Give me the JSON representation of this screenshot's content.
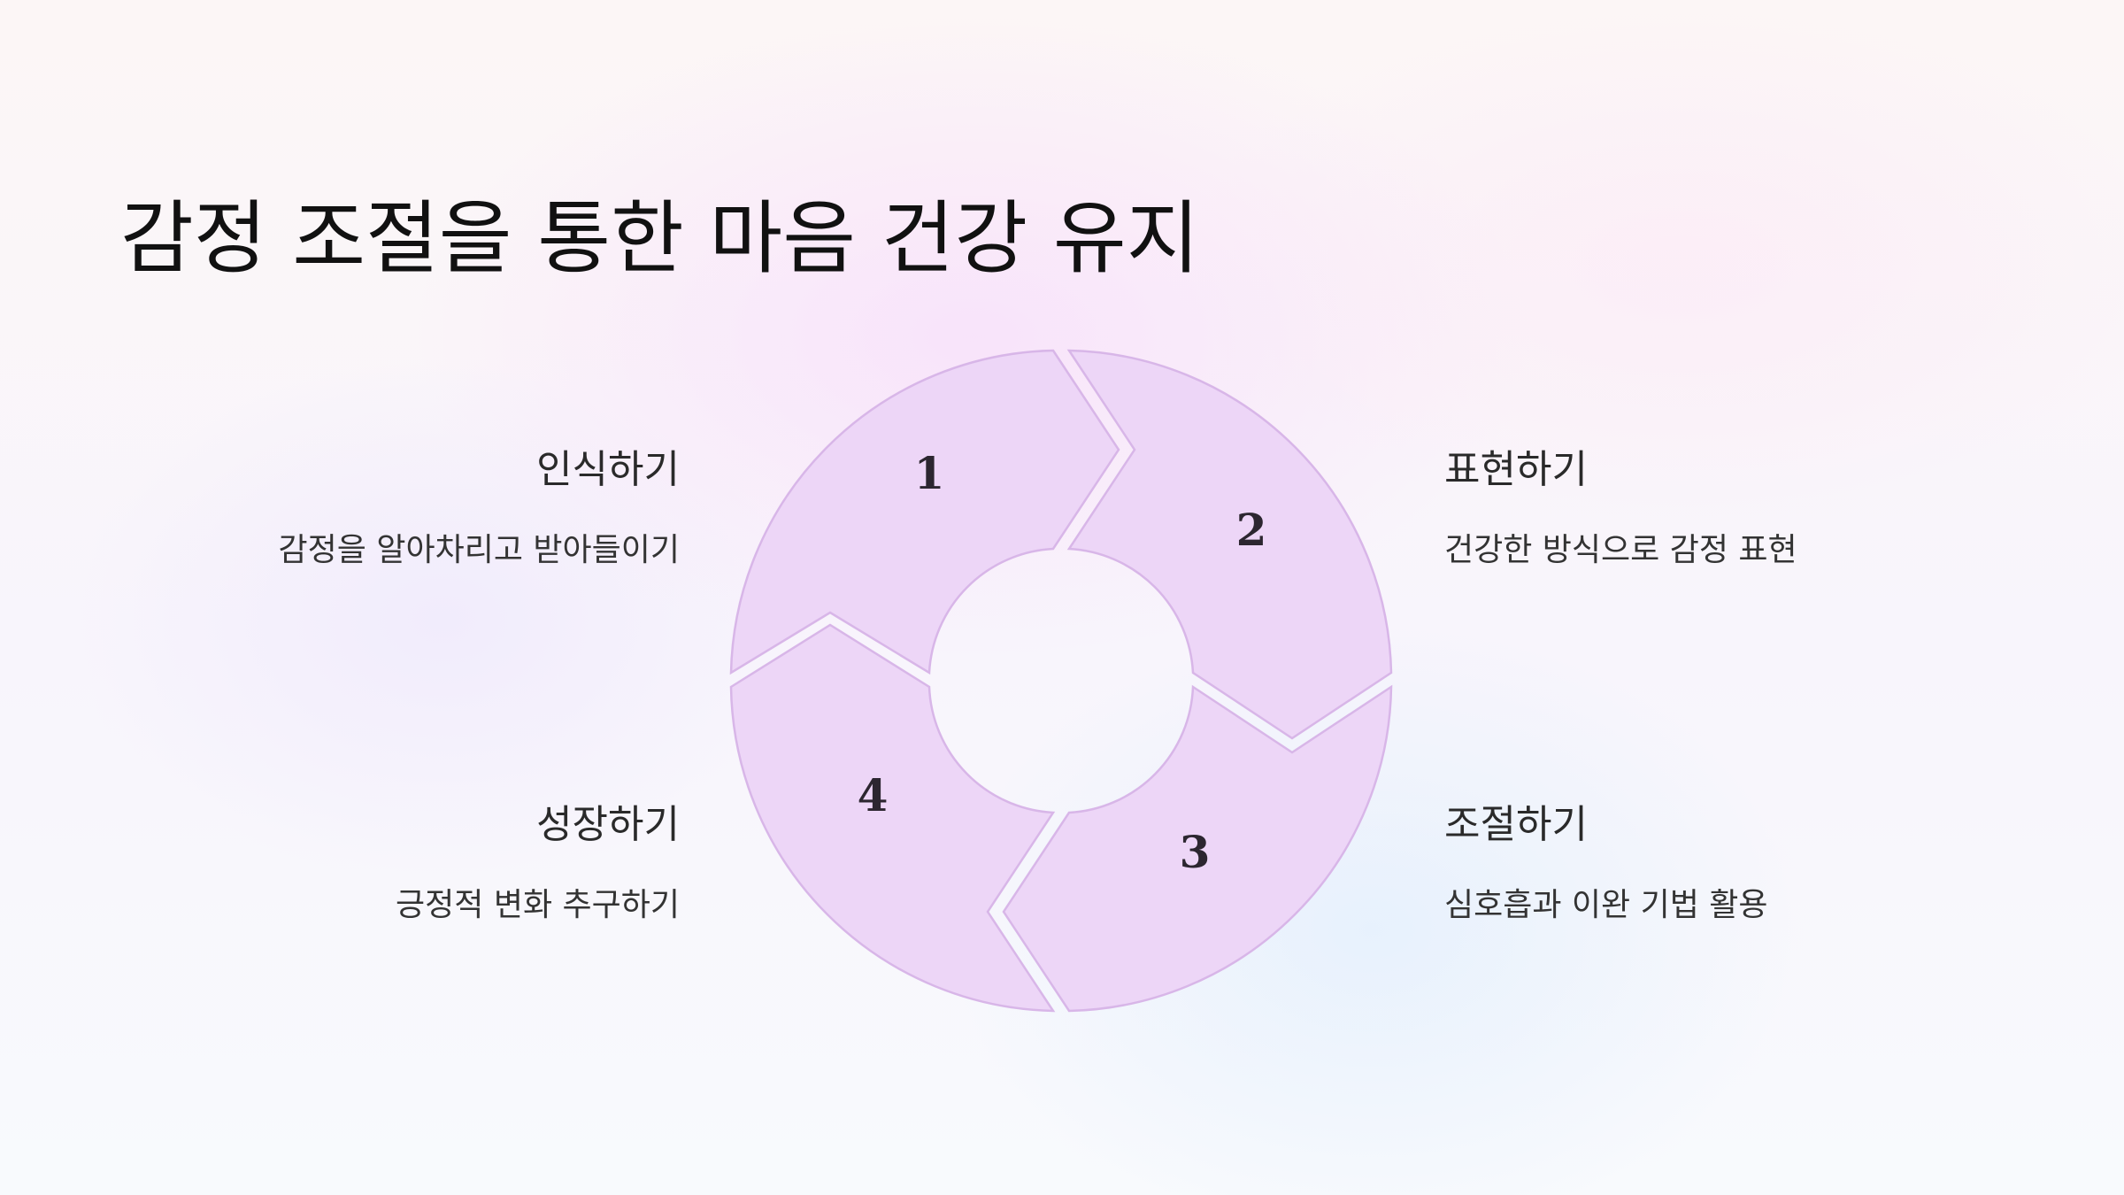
{
  "title": "감정 조절을 통한 마음 건강 유지",
  "colors": {
    "segment_fill": "#edd6f7",
    "segment_stroke": "#d8b6e8",
    "title_text": "#111111"
  },
  "steps": [
    {
      "number": "1",
      "heading": "인식하기",
      "description": "감정을 알아차리고 받아들이기"
    },
    {
      "number": "2",
      "heading": "표현하기",
      "description": "건강한 방식으로 감정 표현"
    },
    {
      "number": "3",
      "heading": "조절하기",
      "description": "심호흡과 이완 기법 활용"
    },
    {
      "number": "4",
      "heading": "성장하기",
      "description": "긍정적 변화 추구하기"
    }
  ]
}
